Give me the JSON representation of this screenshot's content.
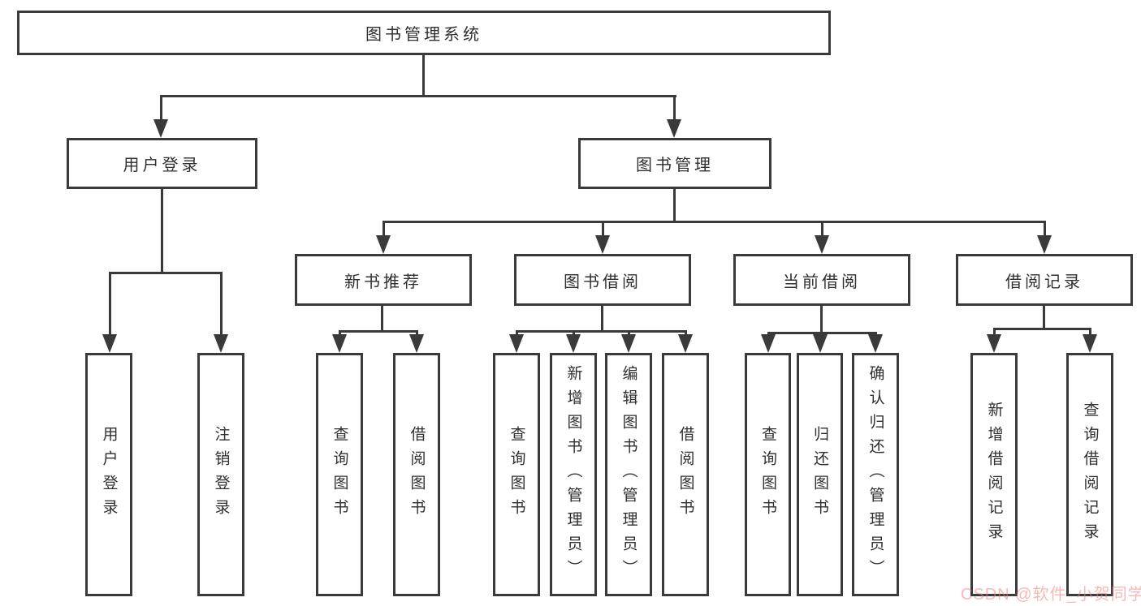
{
  "diagram": {
    "title": "图书管理系统",
    "root": {
      "label": "图书管理系统"
    },
    "level2": [
      {
        "label": "用户登录"
      },
      {
        "label": "图书管理"
      }
    ],
    "level3": [
      {
        "label": "新书推荐"
      },
      {
        "label": "图书借阅"
      },
      {
        "label": "当前借阅"
      },
      {
        "label": "借阅记录"
      }
    ],
    "leaves": {
      "user_login": [
        "用户登录",
        "注销登录"
      ],
      "new_book": [
        "查询图书",
        "借阅图书"
      ],
      "book_borrow": [
        "查询图书",
        "新增图书（管理员）",
        "编辑图书（管理员）",
        "借阅图书"
      ],
      "current_borrow": [
        "查询图书",
        "归还图书",
        "确认归还（管理员）"
      ],
      "borrow_record": [
        "新增借阅记录",
        "查询借阅记录"
      ]
    }
  },
  "watermark": {
    "text": "CSDN @软件_小贺同学"
  },
  "colors": {
    "line": "#3a3a3a",
    "text": "#2f2f2f",
    "background": "#ffffff",
    "watermark": "#f47d7d"
  }
}
